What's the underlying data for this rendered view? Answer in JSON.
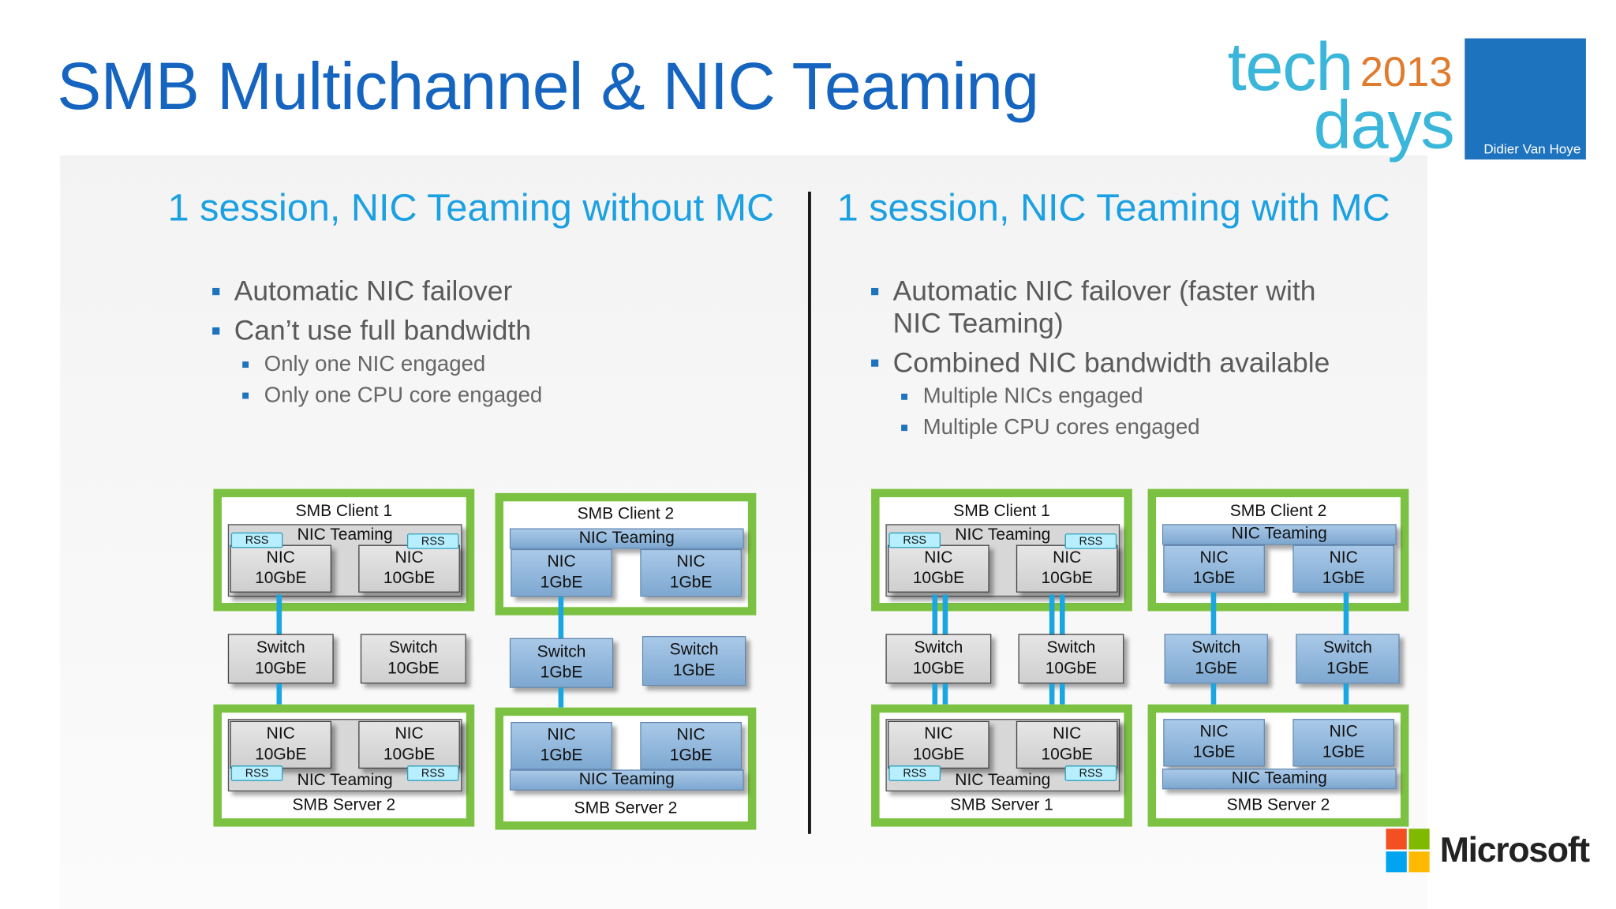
{
  "title": "SMB Multichannel & NIC Teaming",
  "logo": {
    "line1": "tech",
    "line2": "days",
    "year": "2013",
    "presenter": "Didier Van Hoye"
  },
  "left": {
    "heading": "1 session, NIC Teaming without MC",
    "bullets": [
      "Automatic NIC failover",
      "Can’t use full bandwidth"
    ],
    "sub_bullets": [
      "Only one NIC engaged",
      "Only one CPU core engaged"
    ]
  },
  "right": {
    "heading": "1 session, NIC Teaming with MC",
    "bullet1_line1": "Automatic NIC failover (faster with",
    "bullet1_line2": "NIC Teaming)",
    "bullet2": "Combined NIC bandwidth available",
    "sub_bullets": [
      "Multiple NICs engaged",
      "Multiple CPU cores engaged"
    ]
  },
  "diagram": {
    "client1": "SMB Client 1",
    "client2": "SMB Client 2",
    "server1": "SMB Server 1",
    "server2": "SMB Server 2",
    "teaming": "NIC Teaming",
    "rss": "RSS",
    "nic": "NIC",
    "switch": "Switch",
    "speed10": "10GbE",
    "speed1": "1GbE"
  },
  "brand": {
    "name": "Microsoft",
    "colors": [
      "#f25022",
      "#7fba00",
      "#00a4ef",
      "#ffb900"
    ]
  }
}
